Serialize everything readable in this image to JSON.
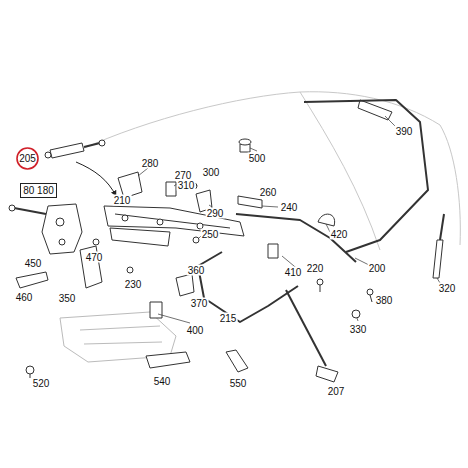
{
  "diagram": {
    "nodes": [
      {
        "text": [
          "205"
        ]
      },
      {
        "text": [
          "80 180"
        ]
      }
    ],
    "edges": [],
    "labels": [
      "390",
      "500",
      "280",
      "270",
      "300",
      "310",
      "290",
      "260",
      "240",
      "420",
      "210",
      "250",
      "450",
      "470",
      "230",
      "360",
      "410",
      "220",
      "200",
      "320",
      "460",
      "350",
      "370",
      "380",
      "400",
      "215",
      "330",
      "520",
      "540",
      "550",
      "207"
    ]
  }
}
